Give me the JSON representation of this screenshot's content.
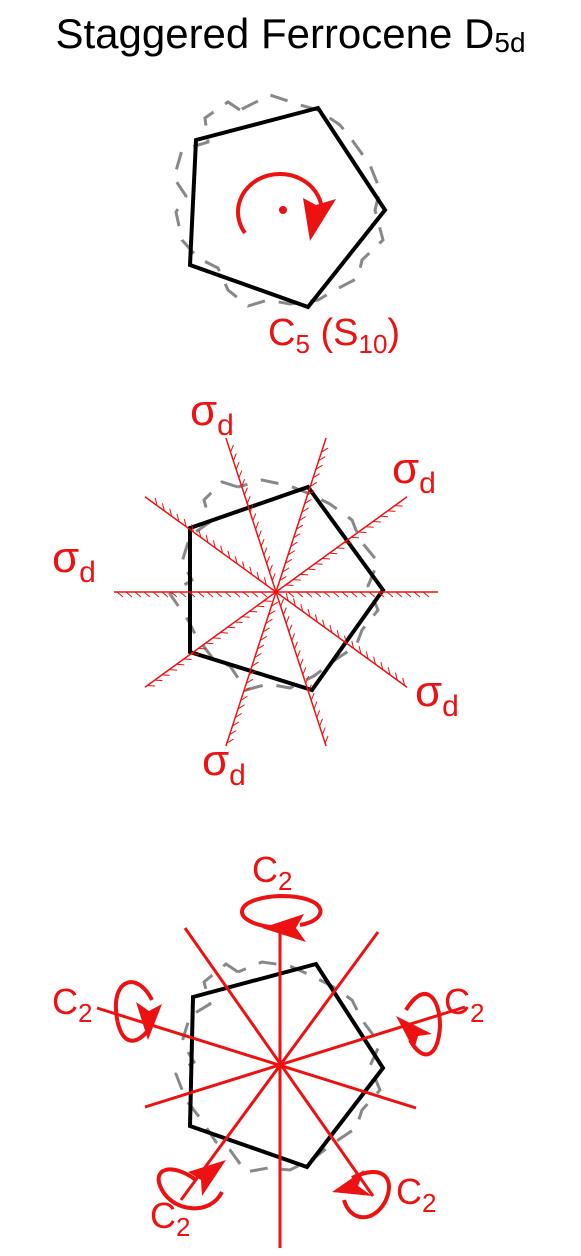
{
  "title": {
    "main": "Staggered Ferrocene D",
    "sub": "5d"
  },
  "colors": {
    "accent": "#ee1111",
    "ring_top": "#000000",
    "ring_bottom": "#888888"
  },
  "panel_1": {
    "label_main": "C",
    "label_sub": "5",
    "label_paren_open": " (S",
    "label_paren_sub": "10",
    "label_paren_close": ")"
  },
  "panel_2": {
    "sigma_symbol": "σ",
    "sigma_sub": "d"
  },
  "panel_3": {
    "c2_main": "C",
    "c2_sub": "2"
  }
}
